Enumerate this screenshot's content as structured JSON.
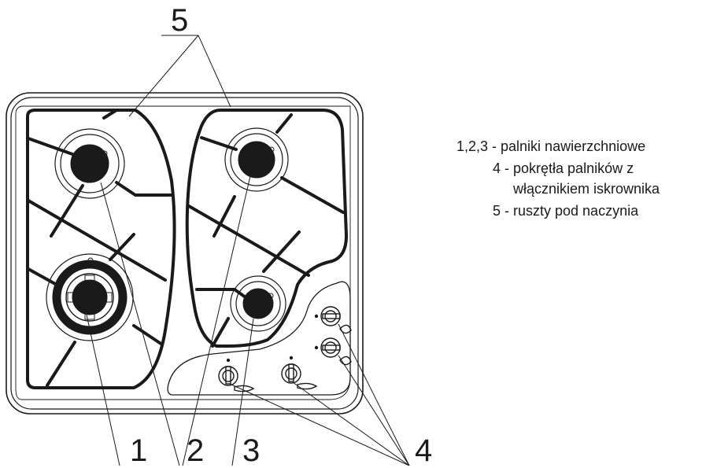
{
  "callouts": {
    "c1": "1",
    "c2": "2",
    "c3": "3",
    "c4": "4",
    "c5": "5"
  },
  "legend": [
    "1,2,3 - palniki nawierzchniowe",
    "4 - pokrętła palników z",
    "włącznikiem  iskrownika",
    "5 - ruszty pod naczynia"
  ],
  "colors": {
    "ink": "#1a1a1a",
    "background": "#ffffff"
  }
}
